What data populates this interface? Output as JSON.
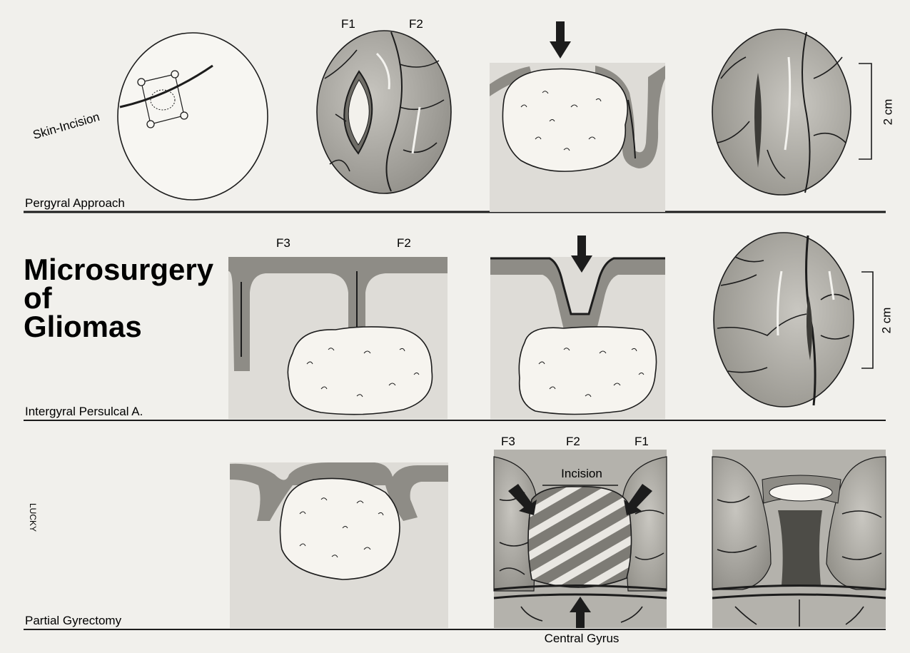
{
  "title": {
    "line1": "Microsurgery",
    "line2": "of",
    "line3": "Gliomas"
  },
  "rows": [
    {
      "caption": "Pergyral Approach",
      "skin_incision_label": "Skin-Incision",
      "gyri_labels": [
        "F1",
        "F2"
      ],
      "scale_label": "2 cm"
    },
    {
      "caption": "Intergyral Persulcal A.",
      "gyri_labels": [
        "F3",
        "F2"
      ],
      "scale_label": "2 cm"
    },
    {
      "caption": "Partial Gyrectomy",
      "gyri_labels": [
        "F3",
        "F2",
        "F1"
      ],
      "incision_label": "Incision",
      "central_gyrus_label": "Central Gyrus"
    }
  ],
  "signature": "LUCKY",
  "colors": {
    "background": "#f1f0ec",
    "panel_fill": "#dedcd7",
    "cortex_band": "#8e8c86",
    "tumor_fill": "#f6f4ef",
    "brain_surface": "#a9a7a1",
    "vessel": "#1c1c1c",
    "rule": "#1c1c1c"
  }
}
